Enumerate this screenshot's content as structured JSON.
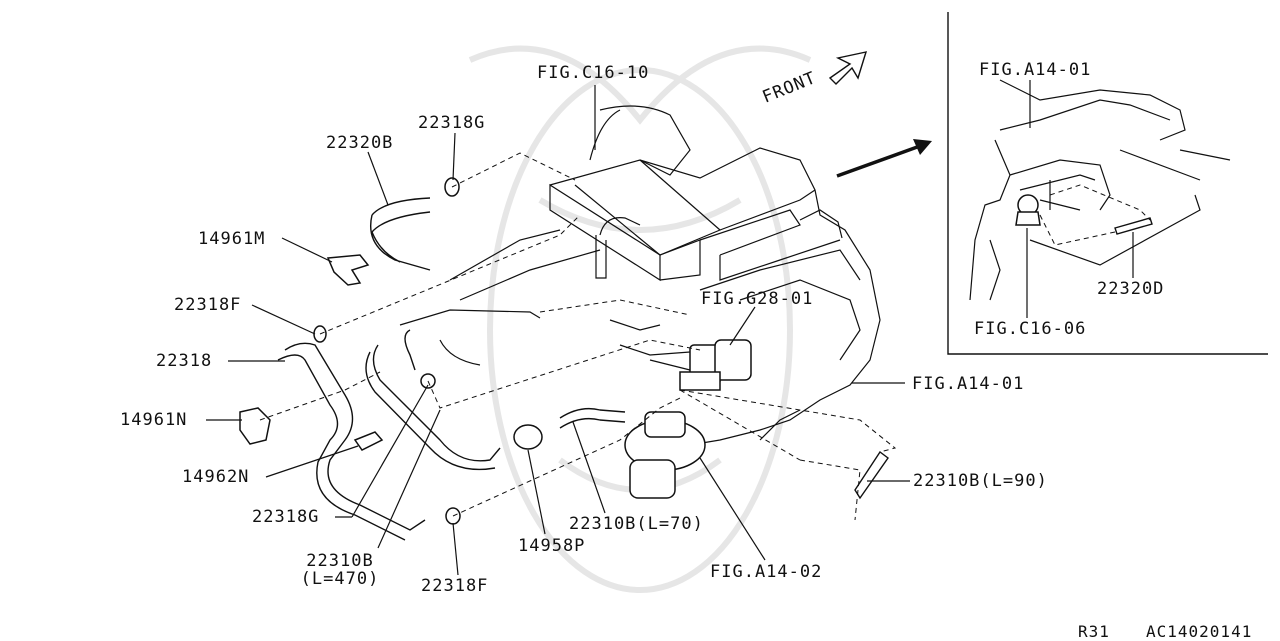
{
  "labels": {
    "fig_c16_10": "FIG.C16-10",
    "p22318g_top": "22318G",
    "p22320b": "22320B",
    "p14961m": "14961M",
    "p22318f_left": "22318F",
    "p22318": "22318",
    "p14961n": "14961N",
    "p14962n": "14962N",
    "p22318g_bottom": "22318G",
    "p22310b_470_line1": "22310B",
    "p22310b_470_line2": "(L=470)",
    "p22318f_bottom": "22318F",
    "p14958p": "14958P",
    "p22310b_70": "22310B(L=70)",
    "fig_a14_02": "FIG.A14-02",
    "p22310b_90": "22310B(L=90)",
    "fig_a14_01_main": "FIG.A14-01",
    "fig_g28_01": "FIG.G28-01",
    "front": "FRONT",
    "inset_fig_a14_01": "FIG.A14-01",
    "inset_22320d": "22320D",
    "inset_fig_c16_06": "FIG.C16-06"
  },
  "footer": {
    "model": "R31",
    "code": "AC14020141"
  }
}
